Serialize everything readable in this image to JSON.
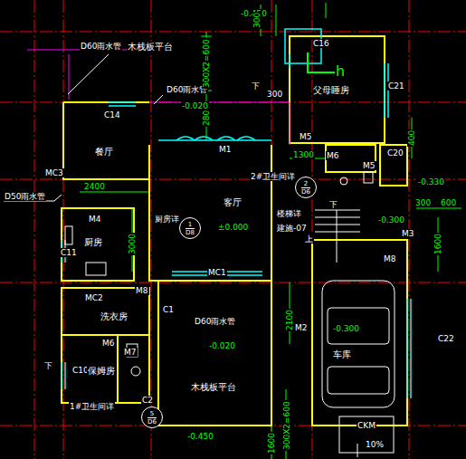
{
  "diagram": {
    "nodes": [
      {
        "text": [
          "2",
          "D6"
        ]
      },
      {
        "text": [
          "1",
          "D8"
        ]
      },
      {
        "text": [
          "5",
          "D6"
        ]
      }
    ],
    "labels": [
      "-0.450",
      "300",
      "C16",
      "h",
      "D60雨水管",
      "木栈板平台",
      "D60雨水管",
      "2800",
      "300X2=600",
      "-0.020",
      "下",
      "300",
      "父母睡房",
      "C21",
      "C14",
      "M5",
      "400",
      "餐厅",
      "M1",
      "1300",
      "M6",
      "C20",
      "M5",
      "MC3",
      "2#卫生间详",
      "D50雨水管",
      "2400",
      "-0.330",
      "300",
      "600",
      "M4",
      "客厅",
      "厨房详",
      "楼梯详",
      "建施-07",
      "下",
      "-0.300",
      "±0.000",
      "3000",
      "M3",
      "1600",
      "厨房",
      "C11",
      "上",
      "M8",
      "MC1",
      "M8",
      "MC2",
      "C1",
      "D60雨水管",
      "2100",
      "洗衣房",
      "-0.300",
      "M2",
      "M6",
      "M7",
      "-0.020",
      "C22",
      "车库",
      "C10",
      "保姆房",
      "下",
      "木栈板平台",
      "C2",
      "1#卫生间详",
      "-0.450",
      "1600",
      "300X2=600",
      "CKM",
      "10%"
    ]
  }
}
